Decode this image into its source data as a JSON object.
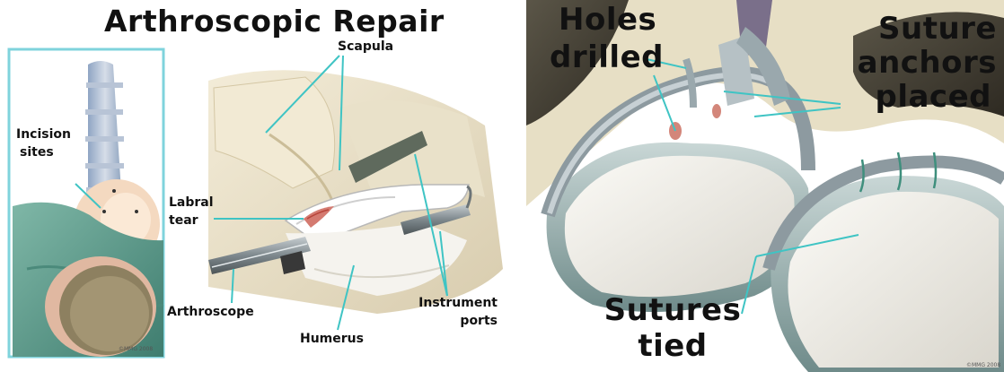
{
  "title": "Arthroscopic Repair",
  "left_panel": {
    "labels": {
      "incision_sites_1": "Incision",
      "incision_sites_2": "sites",
      "scapula": "Scapula",
      "labral_tear_1": "Labral",
      "labral_tear_2": "tear",
      "arthroscope": "Arthroscope",
      "humerus": "Humerus",
      "instrument_ports_1": "Instrument",
      "instrument_ports_2": "ports"
    },
    "copyright": "©MMG 2008"
  },
  "right_panel": {
    "labels": {
      "holes_drilled_1": "Holes",
      "holes_drilled_2": "drilled",
      "suture_anchors_1": "Suture",
      "suture_anchors_2": "anchors",
      "suture_anchors_3": "placed",
      "sutures_tied_1": "Sutures",
      "sutures_tied_2": "tied"
    },
    "copyright": "©MMG 2008"
  },
  "colors": {
    "leader_line": "#3fc4c4",
    "inset_border": "#7fd3dc",
    "cartilage": "#efece6",
    "bone": "#e6dcc2",
    "tissue_teal": "#5e9d8c",
    "instrument": "#8a9499"
  }
}
